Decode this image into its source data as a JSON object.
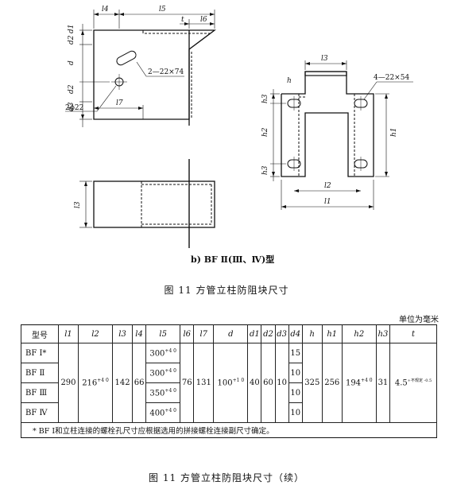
{
  "figure": {
    "subcaption": "b)  BF Ⅱ(Ⅲ、Ⅳ)型",
    "caption": "图 11   方管立柱防阻块尺寸",
    "labels": {
      "l4": "l4",
      "l5": "l5",
      "t": "t",
      "l6": "l6",
      "d1": "d1",
      "d": "d",
      "d2": "d2",
      "d3": "d3",
      "slot_left": "2—22×74",
      "hole": "2ϕ22",
      "l7": "l7",
      "l3_side": "l3",
      "l3_top": "l3",
      "slot_right": "4—22×54",
      "h3": "h3",
      "h2": "h2",
      "h": "h",
      "h1": "h1",
      "l2": "l2",
      "l1": "l1"
    }
  },
  "table": {
    "unit": "单位为毫米",
    "headers": [
      "型号",
      "l1",
      "l2",
      "l3",
      "l4",
      "l5",
      "l6",
      "l7",
      "d",
      "d1",
      "d2",
      "d3",
      "d4",
      "h",
      "h1",
      "h2",
      "h3",
      "t"
    ],
    "rows": [
      {
        "model": "BF Ⅰ*",
        "l5": "300",
        "d4": "15"
      },
      {
        "model": "BF Ⅱ",
        "l5": "300",
        "d4": "10"
      },
      {
        "model": "BF Ⅲ",
        "l5": "350",
        "d4": "10"
      },
      {
        "model": "BF Ⅳ",
        "l5": "400",
        "d4": "10"
      }
    ],
    "shared": {
      "l1": "290",
      "l2": "216",
      "l3": "142",
      "l4": "66",
      "l6": "76",
      "l7": "131",
      "d": "100",
      "d1": "40",
      "d2": "60",
      "d3": "10",
      "h": "325",
      "h1": "256",
      "h2": "194",
      "h3": "31",
      "t": "4.5"
    },
    "tolerances": {
      "l2": "+4 0",
      "l5": "+4 0",
      "d": "+1 0",
      "h2": "+4 0",
      "t": "+不规定 -0.5"
    },
    "note": "* BF Ⅰ和立柱连接的螺栓孔尺寸应根据选用的拼接螺栓连接副尺寸确定。"
  },
  "caption_continued": "图 11   方管立柱防阻块尺寸（续）"
}
